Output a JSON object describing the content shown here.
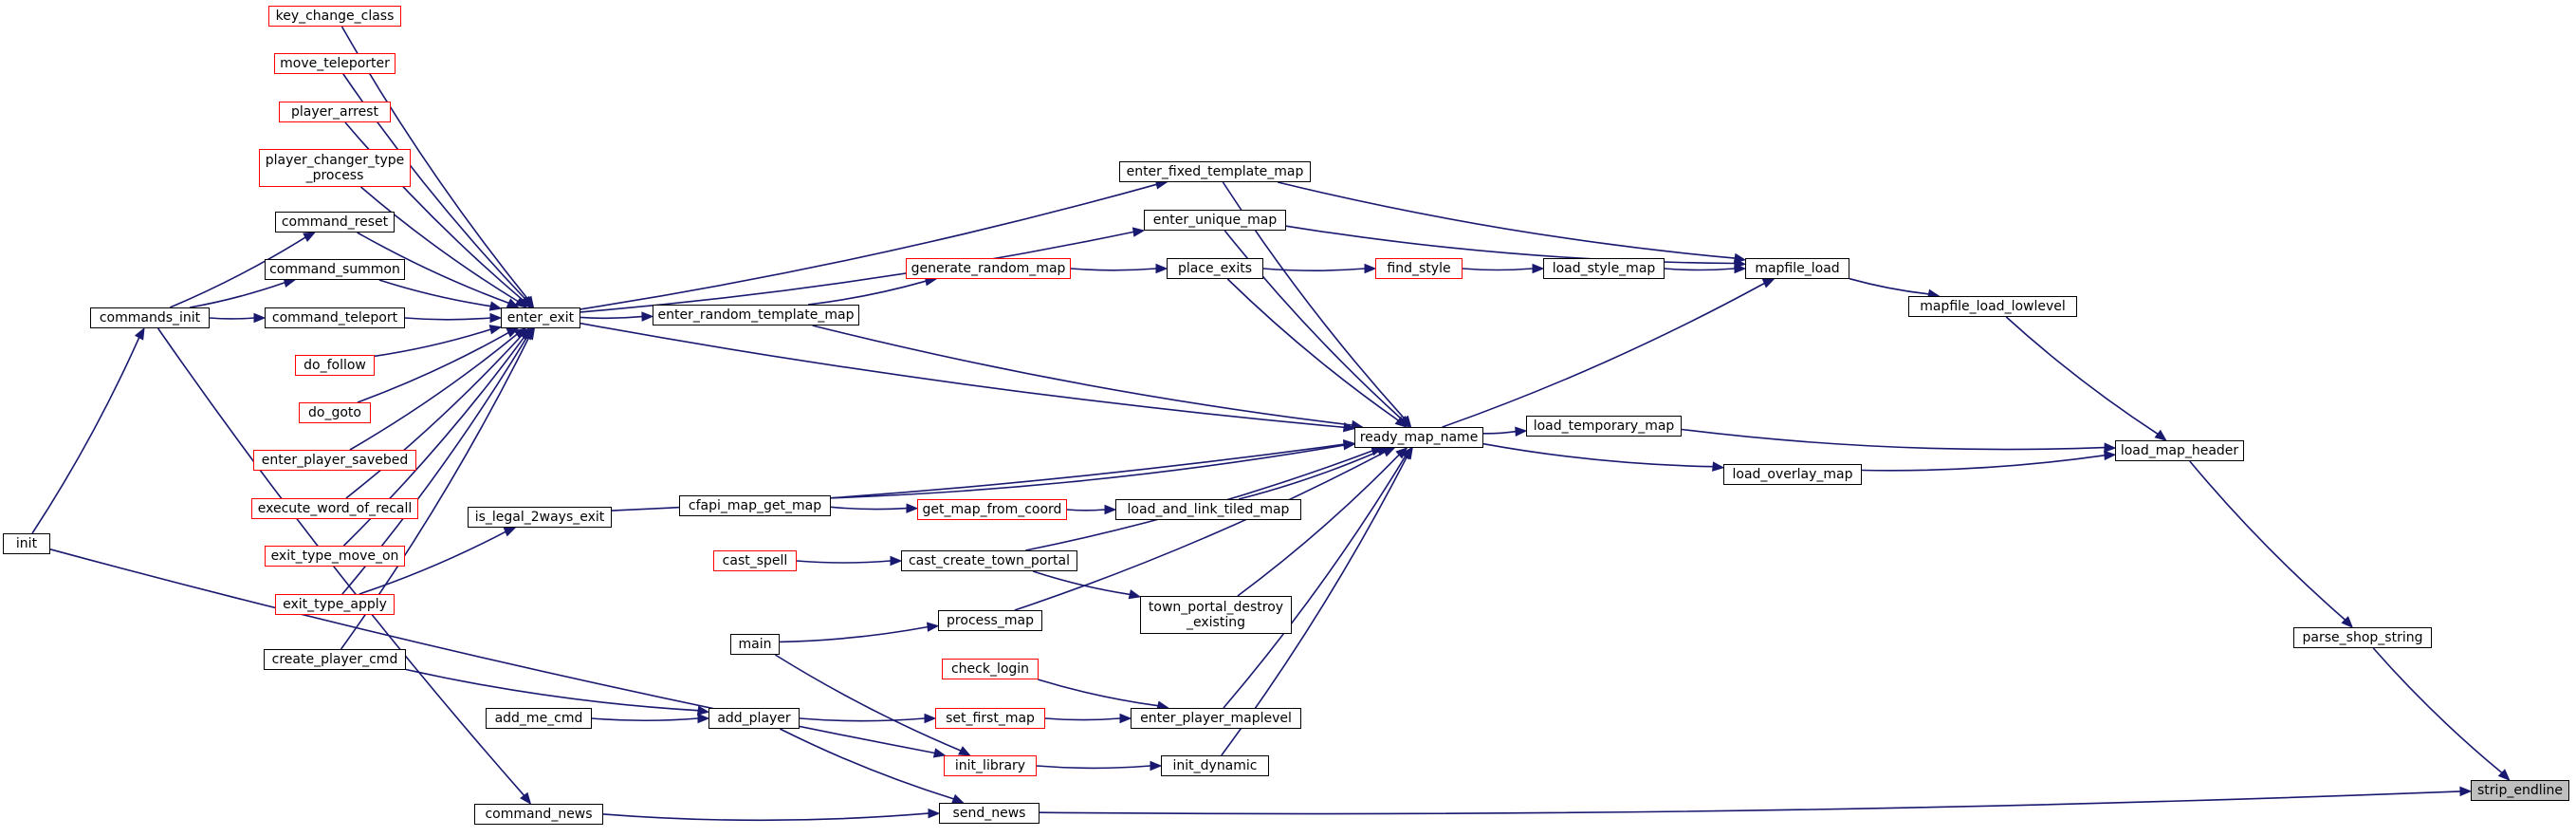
{
  "graph": {
    "colors": {
      "edge": "#191970",
      "node_border": "#000000",
      "partial_border": "#ff0000",
      "focus_fill": "#bfbfbf"
    },
    "nodes": {
      "key_change_class": {
        "label": "key_change_class",
        "style": "partial"
      },
      "move_teleporter": {
        "label": "move_teleporter",
        "style": "partial"
      },
      "player_arrest": {
        "label": "player_arrest",
        "style": "partial"
      },
      "player_changer_type_process": {
        "label": "player_changer_type\n_process",
        "style": "partial"
      },
      "command_reset": {
        "label": "command_reset",
        "style": "normal"
      },
      "command_summon": {
        "label": "command_summon",
        "style": "normal"
      },
      "command_teleport": {
        "label": "command_teleport",
        "style": "normal"
      },
      "commands_init": {
        "label": "commands_init",
        "style": "normal"
      },
      "do_follow": {
        "label": "do_follow",
        "style": "partial"
      },
      "do_goto": {
        "label": "do_goto",
        "style": "partial"
      },
      "enter_player_savebed": {
        "label": "enter_player_savebed",
        "style": "partial"
      },
      "execute_word_of_recall": {
        "label": "execute_word_of_recall",
        "style": "partial"
      },
      "exit_type_move_on": {
        "label": "exit_type_move_on",
        "style": "partial"
      },
      "exit_type_apply": {
        "label": "exit_type_apply",
        "style": "partial"
      },
      "create_player_cmd": {
        "label": "create_player_cmd",
        "style": "normal"
      },
      "init": {
        "label": "init",
        "style": "normal"
      },
      "enter_exit": {
        "label": "enter_exit",
        "style": "normal"
      },
      "is_legal_2ways_exit": {
        "label": "is_legal_2ways_exit",
        "style": "normal"
      },
      "enter_random_template_map": {
        "label": "enter_random_template_map",
        "style": "normal"
      },
      "cfapi_map_get_map": {
        "label": "cfapi_map_get_map",
        "style": "normal"
      },
      "cast_spell": {
        "label": "cast_spell",
        "style": "partial"
      },
      "main": {
        "label": "main",
        "style": "normal"
      },
      "add_me_cmd": {
        "label": "add_me_cmd",
        "style": "normal"
      },
      "add_player": {
        "label": "add_player",
        "style": "normal"
      },
      "command_news": {
        "label": "command_news",
        "style": "normal"
      },
      "enter_fixed_template_map": {
        "label": "enter_fixed_template_map",
        "style": "normal"
      },
      "enter_unique_map": {
        "label": "enter_unique_map",
        "style": "normal"
      },
      "generate_random_map": {
        "label": "generate_random_map",
        "style": "partial"
      },
      "get_map_from_coord": {
        "label": "get_map_from_coord",
        "style": "partial"
      },
      "cast_create_town_portal": {
        "label": "cast_create_town_portal",
        "style": "normal"
      },
      "process_map": {
        "label": "process_map",
        "style": "normal"
      },
      "check_login": {
        "label": "check_login",
        "style": "partial"
      },
      "set_first_map": {
        "label": "set_first_map",
        "style": "partial"
      },
      "init_library": {
        "label": "init_library",
        "style": "partial"
      },
      "send_news": {
        "label": "send_news",
        "style": "normal"
      },
      "place_exits": {
        "label": "place_exits",
        "style": "normal"
      },
      "load_and_link_tiled_map": {
        "label": "load_and_link_tiled_map",
        "style": "normal"
      },
      "town_portal_destroy_existing": {
        "label": "town_portal_destroy\n_existing",
        "style": "normal"
      },
      "enter_player_maplevel": {
        "label": "enter_player_maplevel",
        "style": "normal"
      },
      "init_dynamic": {
        "label": "init_dynamic",
        "style": "normal"
      },
      "find_style": {
        "label": "find_style",
        "style": "partial"
      },
      "ready_map_name": {
        "label": "ready_map_name",
        "style": "normal"
      },
      "load_style_map": {
        "label": "load_style_map",
        "style": "normal"
      },
      "load_temporary_map": {
        "label": "load_temporary_map",
        "style": "normal"
      },
      "load_overlay_map": {
        "label": "load_overlay_map",
        "style": "normal"
      },
      "mapfile_load": {
        "label": "mapfile_load",
        "style": "normal"
      },
      "mapfile_load_lowlevel": {
        "label": "mapfile_load_lowlevel",
        "style": "normal"
      },
      "load_map_header": {
        "label": "load_map_header",
        "style": "normal"
      },
      "parse_shop_string": {
        "label": "parse_shop_string",
        "style": "normal"
      },
      "strip_endline": {
        "label": "strip_endline",
        "style": "focus"
      }
    },
    "edges": [
      [
        "key_change_class",
        "enter_exit"
      ],
      [
        "move_teleporter",
        "enter_exit"
      ],
      [
        "player_arrest",
        "enter_exit"
      ],
      [
        "player_changer_type_process",
        "enter_exit"
      ],
      [
        "command_reset",
        "enter_exit"
      ],
      [
        "command_summon",
        "enter_exit"
      ],
      [
        "command_teleport",
        "enter_exit"
      ],
      [
        "do_follow",
        "enter_exit"
      ],
      [
        "do_goto",
        "enter_exit"
      ],
      [
        "enter_player_savebed",
        "enter_exit"
      ],
      [
        "execute_word_of_recall",
        "enter_exit"
      ],
      [
        "exit_type_move_on",
        "enter_exit"
      ],
      [
        "exit_type_apply",
        "enter_exit"
      ],
      [
        "create_player_cmd",
        "enter_exit"
      ],
      [
        "commands_init",
        "command_reset"
      ],
      [
        "commands_init",
        "command_summon"
      ],
      [
        "commands_init",
        "command_teleport"
      ],
      [
        "init",
        "commands_init"
      ],
      [
        "init",
        "init_library"
      ],
      [
        "commands_init",
        "command_news"
      ],
      [
        "exit_type_apply",
        "is_legal_2ways_exit"
      ],
      [
        "enter_exit",
        "enter_random_template_map"
      ],
      [
        "enter_exit",
        "enter_fixed_template_map"
      ],
      [
        "enter_exit",
        "enter_unique_map"
      ],
      [
        "enter_exit",
        "ready_map_name"
      ],
      [
        "is_legal_2ways_exit",
        "ready_map_name"
      ],
      [
        "enter_random_template_map",
        "generate_random_map"
      ],
      [
        "generate_random_map",
        "place_exits"
      ],
      [
        "place_exits",
        "find_style"
      ],
      [
        "find_style",
        "load_style_map"
      ],
      [
        "load_style_map",
        "mapfile_load"
      ],
      [
        "enter_fixed_template_map",
        "mapfile_load"
      ],
      [
        "enter_unique_map",
        "mapfile_load"
      ],
      [
        "enter_fixed_template_map",
        "ready_map_name"
      ],
      [
        "enter_unique_map",
        "ready_map_name"
      ],
      [
        "place_exits",
        "ready_map_name"
      ],
      [
        "enter_random_template_map",
        "ready_map_name"
      ],
      [
        "cfapi_map_get_map",
        "ready_map_name"
      ],
      [
        "cfapi_map_get_map",
        "get_map_from_coord"
      ],
      [
        "get_map_from_coord",
        "load_and_link_tiled_map"
      ],
      [
        "load_and_link_tiled_map",
        "ready_map_name"
      ],
      [
        "cast_spell",
        "cast_create_town_portal"
      ],
      [
        "cast_create_town_portal",
        "ready_map_name"
      ],
      [
        "cast_create_town_portal",
        "town_portal_destroy_existing"
      ],
      [
        "town_portal_destroy_existing",
        "ready_map_name"
      ],
      [
        "main",
        "process_map"
      ],
      [
        "process_map",
        "ready_map_name"
      ],
      [
        "main",
        "init_library"
      ],
      [
        "check_login",
        "enter_player_maplevel"
      ],
      [
        "set_first_map",
        "enter_player_maplevel"
      ],
      [
        "enter_player_maplevel",
        "ready_map_name"
      ],
      [
        "init_library",
        "init_dynamic"
      ],
      [
        "init_dynamic",
        "ready_map_name"
      ],
      [
        "create_player_cmd",
        "add_player"
      ],
      [
        "add_me_cmd",
        "add_player"
      ],
      [
        "add_player",
        "set_first_map"
      ],
      [
        "add_player",
        "send_news"
      ],
      [
        "command_news",
        "send_news"
      ],
      [
        "ready_map_name",
        "mapfile_load"
      ],
      [
        "ready_map_name",
        "load_temporary_map"
      ],
      [
        "ready_map_name",
        "load_overlay_map"
      ],
      [
        "mapfile_load",
        "mapfile_load_lowlevel"
      ],
      [
        "mapfile_load_lowlevel",
        "load_map_header"
      ],
      [
        "load_temporary_map",
        "load_map_header"
      ],
      [
        "load_overlay_map",
        "load_map_header"
      ],
      [
        "load_map_header",
        "parse_shop_string"
      ],
      [
        "parse_shop_string",
        "strip_endline"
      ],
      [
        "send_news",
        "strip_endline"
      ]
    ]
  }
}
